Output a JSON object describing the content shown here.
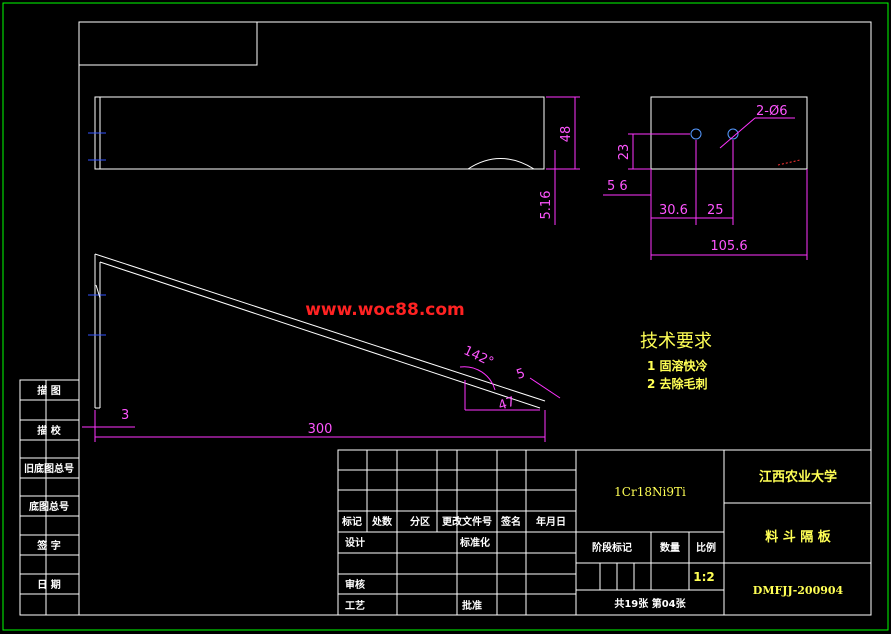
{
  "watermark": "www.woc88.com",
  "technical_requirements": {
    "title": "技术要求",
    "items": [
      "1  固溶快冷",
      "2  去除毛刺"
    ]
  },
  "dimensions": {
    "height_48": "48",
    "offset_516": "5.16",
    "hole_spec": "2-Ø6",
    "hole_height_23": "23",
    "hole_offset_56": "5 6",
    "hole_x_306": "30.6",
    "hole_spacing_25": "25",
    "width_1056": "105.6",
    "angle_142": "142°",
    "tip_5": "5",
    "tip_47": "47",
    "thickness_3": "3",
    "length_300": "300"
  },
  "side_labels": [
    "描  图",
    "描  校",
    "旧底图总号",
    "底图总号",
    "签  字",
    "日  期"
  ],
  "title_block": {
    "material": "1Cr18Ni9Ti",
    "school": "江西农业大学",
    "part_name": "料 斗 隔 板",
    "drawing_no": "DMFJJ-200904",
    "scale": "1:2",
    "sheets": "共19张   第04张",
    "headers": {
      "mark": "标记",
      "count": "处数",
      "zone": "分区",
      "doc_no": "更改文件号",
      "sign": "签名",
      "date": "年月日",
      "design": "设计",
      "standard": "标准化",
      "review": "审核",
      "process": "工艺",
      "approve": "批准",
      "stage": "阶段标记",
      "qty": "数量",
      "ratio": "比例"
    }
  },
  "colors": {
    "background": "#000000",
    "lines": "#ffffff",
    "dimensions": "#ff33ff",
    "frame": "#00ff00",
    "watermark": "#ff2222",
    "requirements": "#ffff55"
  }
}
